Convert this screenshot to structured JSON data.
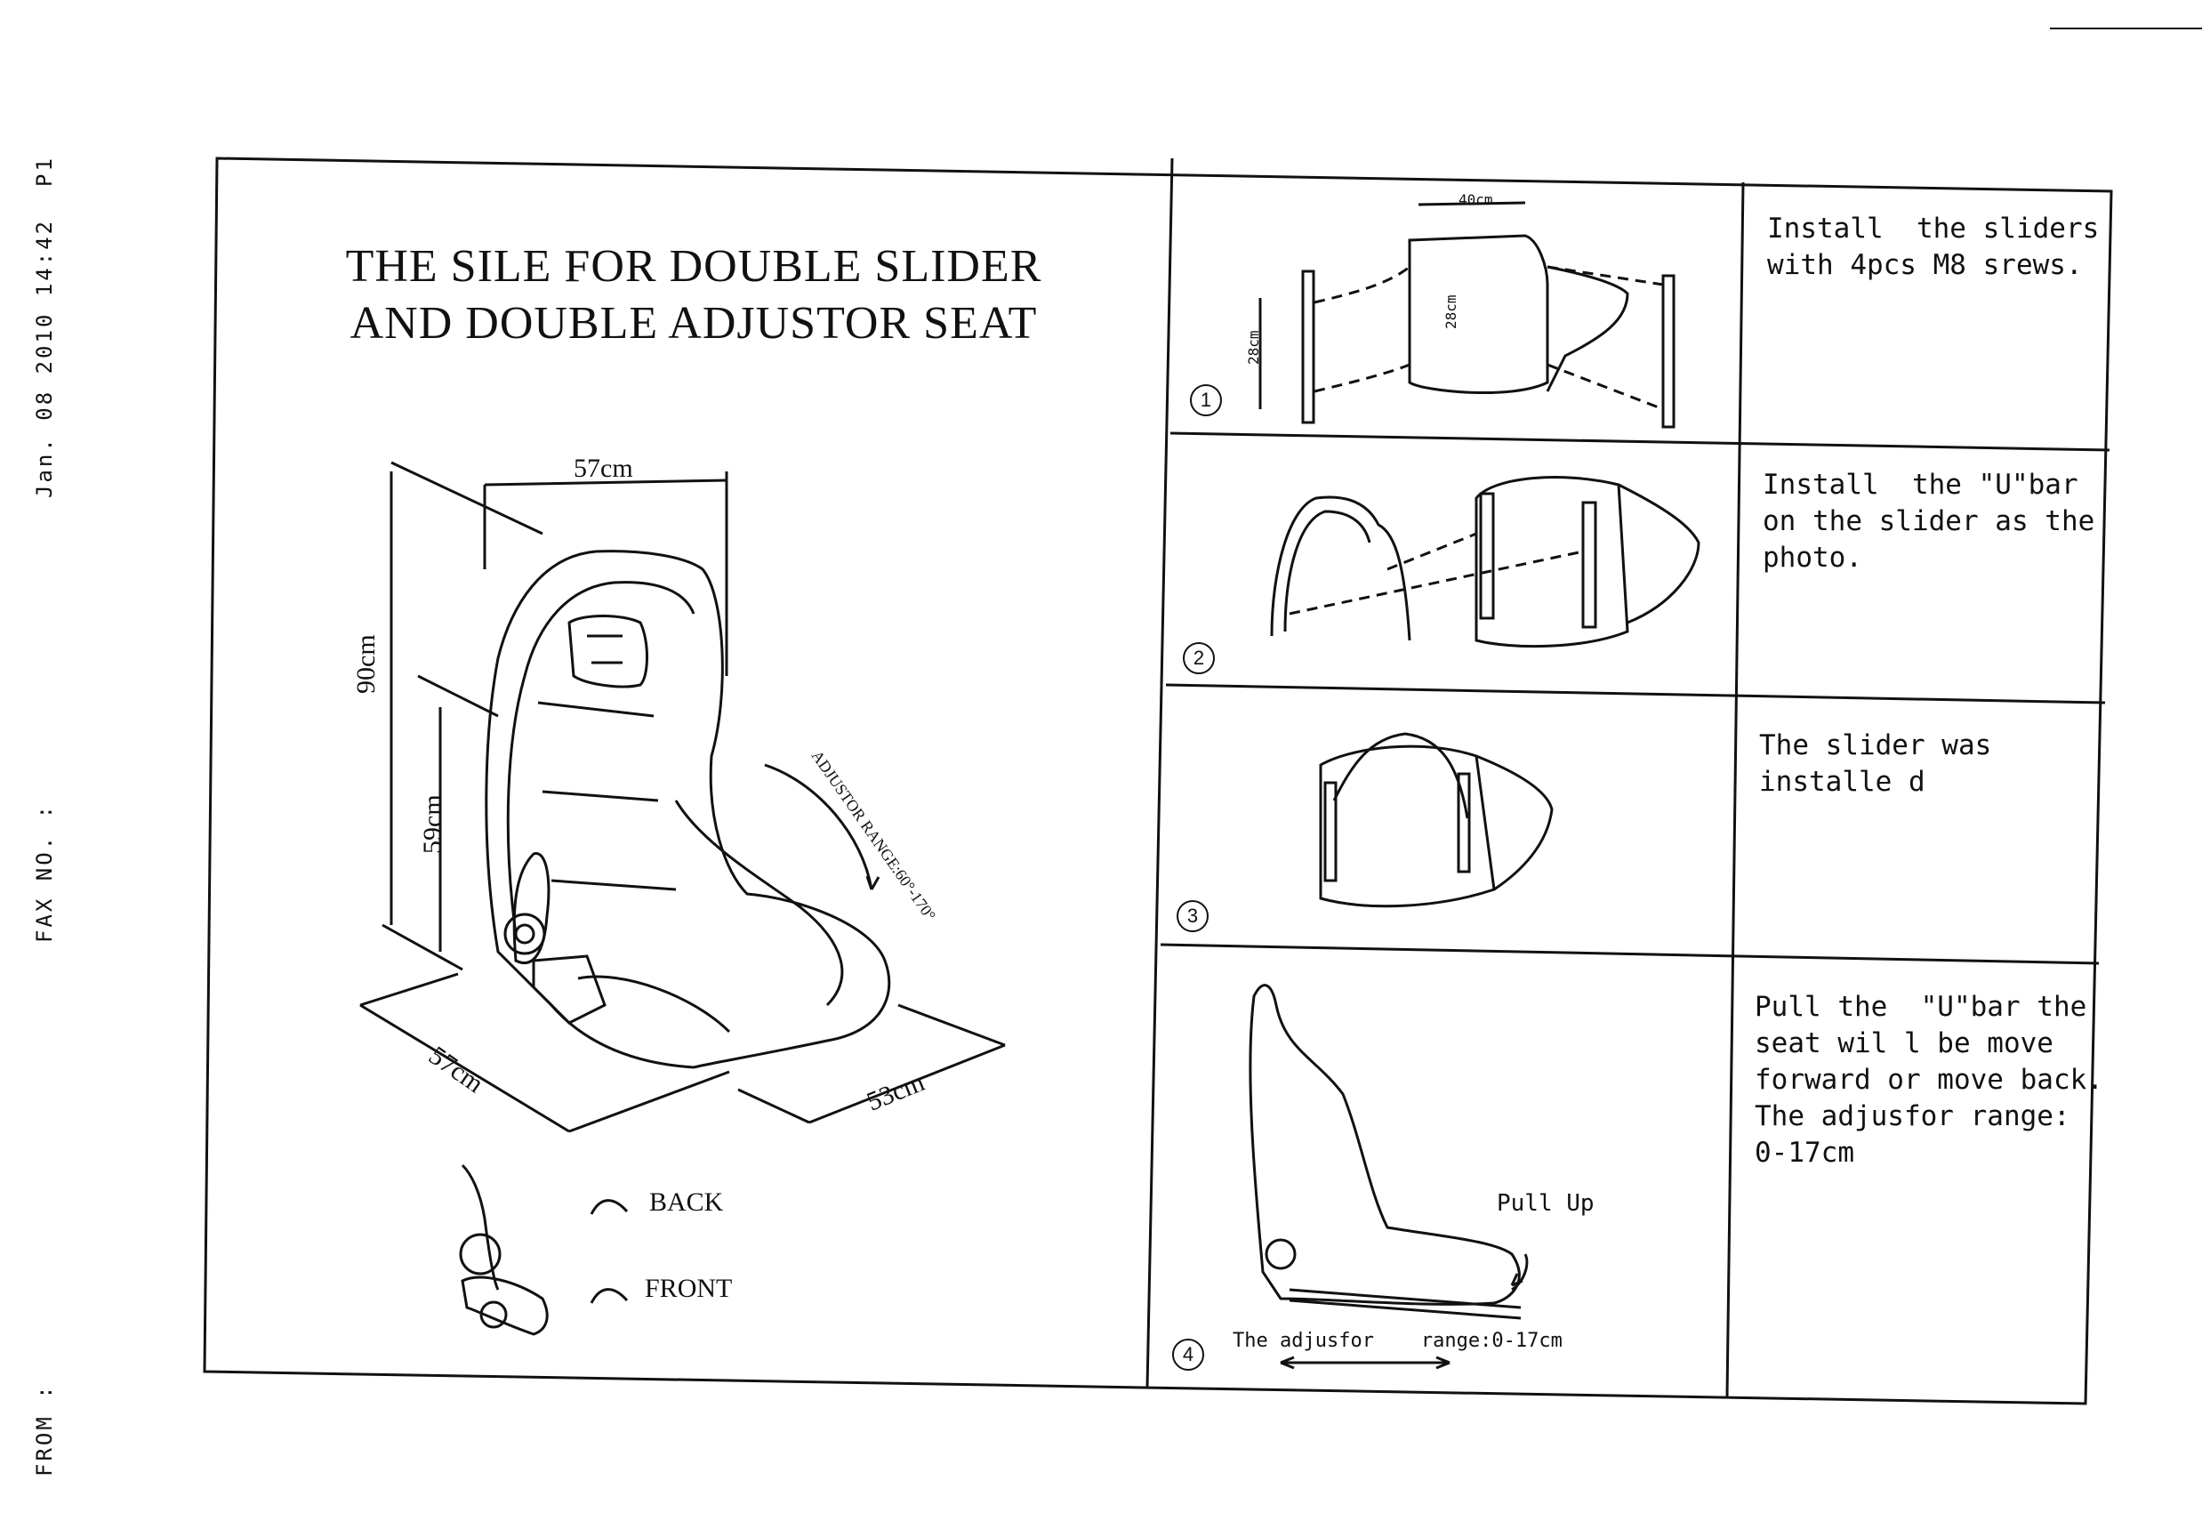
{
  "fax_header": {
    "page": "P1",
    "date_time": "Jan. 08 2010 14:42",
    "fax_no": "FAX NO. :",
    "from": "FROM :"
  },
  "title": {
    "line1": "THE SILE FOR DOUBLE SLIDER",
    "line2": "AND DOUBLE ADJUSTOR SEAT"
  },
  "seat_diagram": {
    "top_width": "57cm",
    "height_total": "90cm",
    "height_back": "59cm",
    "base_width": "57cm",
    "base_depth": "53cm",
    "adjustor_range": "ADJUSTOR RANGE:60°-170°",
    "back_label": "BACK",
    "front_label": "FRONT"
  },
  "steps": [
    {
      "number": "1",
      "text": "Install  the sliders\nwith 4pcs M8 srews.",
      "dims": {
        "width": "40cm",
        "left": "28cm",
        "seat": "28cm"
      }
    },
    {
      "number": "2",
      "text": "Install  the \"U\"bar\non the slider as the\nphoto."
    },
    {
      "number": "3",
      "text": "The slider was\ninstalle d"
    },
    {
      "number": "4",
      "text": "Pull the  \"U\"bar the\nseat wil l be move\nforward or move back.\nThe adjusfor range:\n0-17cm",
      "pull_up": "Pull Up",
      "range_label": "The adjusfor    range:0-17cm"
    }
  ]
}
